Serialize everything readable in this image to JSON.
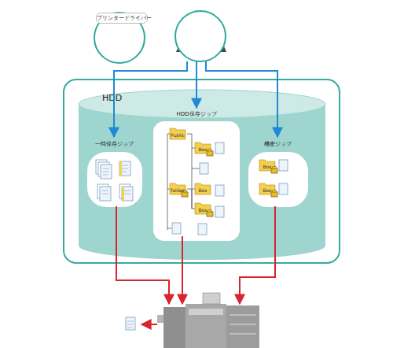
{
  "diagram": {
    "nodes": [
      {
        "text": [
          "プリンタードライバー"
        ]
      },
      {
        "text": [
          "HDD"
        ]
      },
      {
        "text": [
          "一時保存ジョブ"
        ],
        "in": 1
      },
      {
        "text": [
          "HDD保存ジョブ"
        ],
        "in": 1
      },
      {
        "text": [
          "機密ジョブ"
        ],
        "in": 1
      }
    ],
    "edges": [
      {
        "from": 0,
        "to": 2,
        "arrow": "to"
      },
      {
        "from": 0,
        "to": 3,
        "arrow": "to"
      },
      {
        "from": 0,
        "to": 4,
        "arrow": "to"
      }
    ],
    "labels": [
      "Public",
      "Box",
      "folder",
      "Box",
      "Box",
      "Box",
      "Box"
    ]
  }
}
